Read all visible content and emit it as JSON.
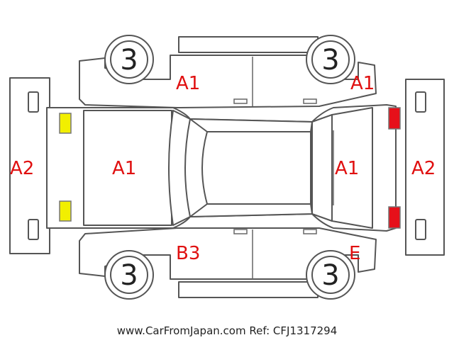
{
  "diagram": {
    "wheels": {
      "top_left": "3",
      "top_right": "3",
      "bottom_left": "3",
      "bottom_right": "3"
    },
    "labels": {
      "front_bumper": "A2",
      "hood": "A1",
      "front_left_door": "A1",
      "rear_left_door": "A1",
      "tailgate": "A1",
      "rear_bumper": "A2",
      "front_right_door": "B3",
      "rear_right_quarter": "E"
    },
    "colors": {
      "front_lights": "#f2ef00",
      "rear_lights": "#e6101a",
      "label_text": "#e01010"
    }
  },
  "footer": {
    "site": "www.CarFromJapan.com",
    "ref": "Ref: CFJ1317294"
  }
}
